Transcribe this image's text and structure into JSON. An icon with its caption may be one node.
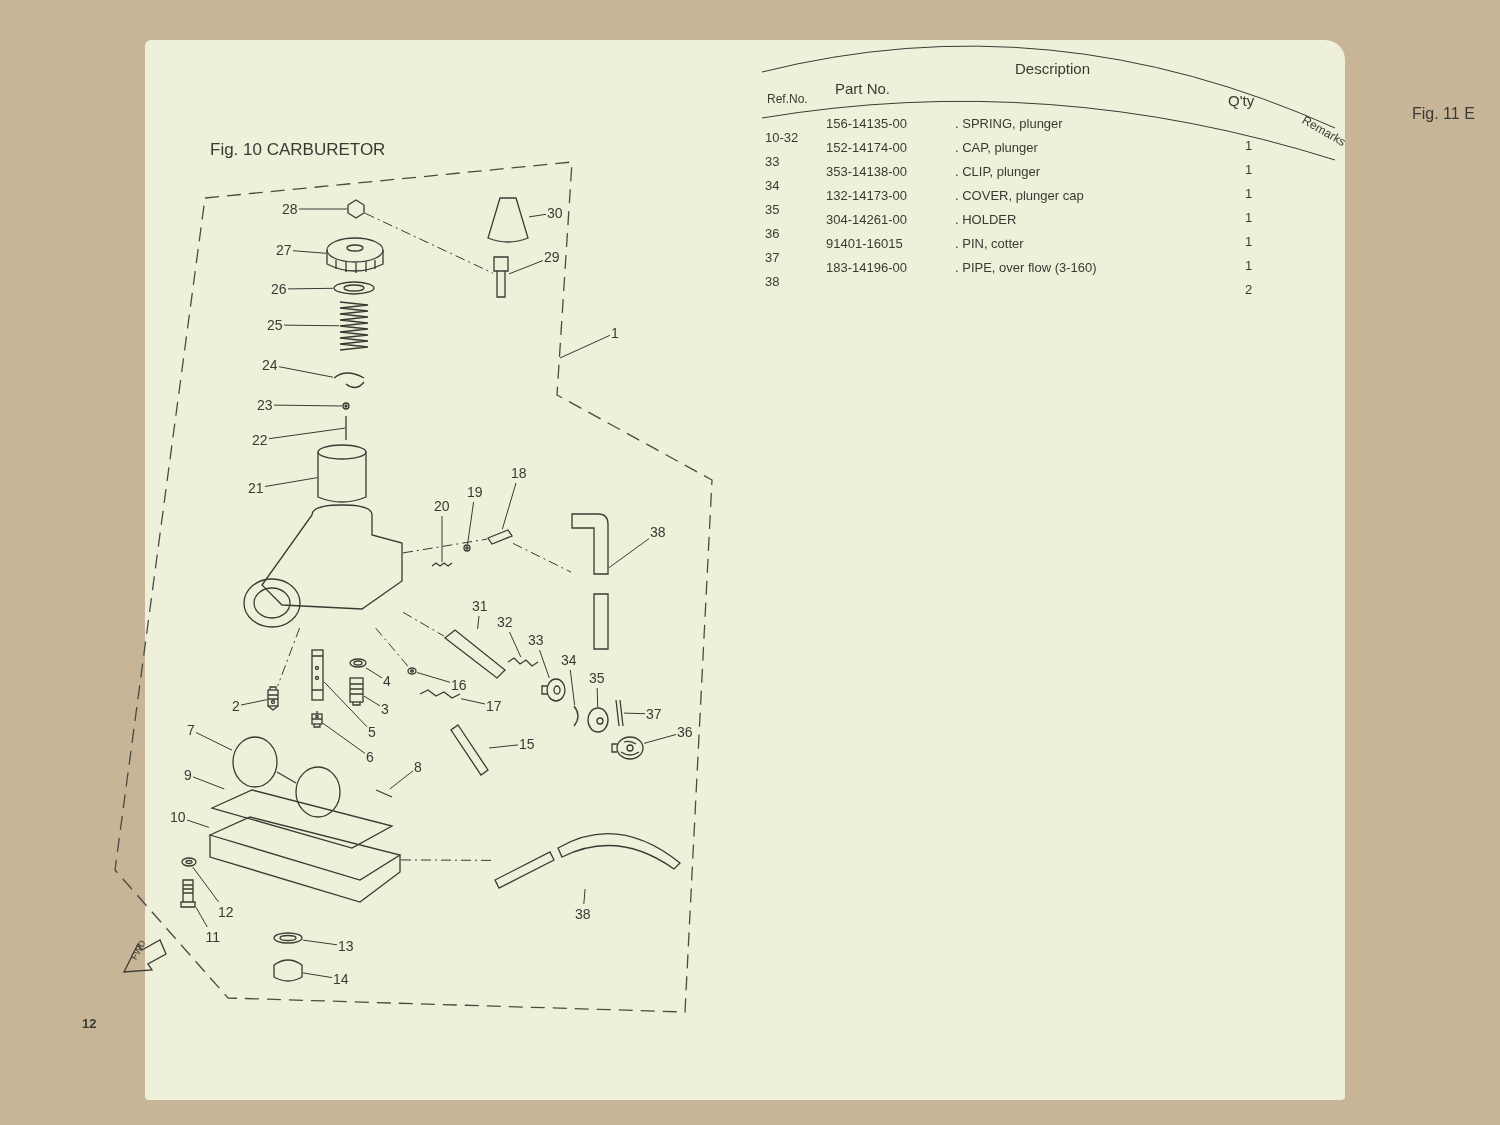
{
  "diagram": {
    "title": "Fig. 10 CARBURETOR",
    "nodes": [
      {
        "text": [
          "28"
        ]
      },
      {
        "text": [
          "27"
        ]
      },
      {
        "text": [
          "26"
        ]
      },
      {
        "text": [
          "25"
        ]
      },
      {
        "text": [
          "24"
        ]
      },
      {
        "text": [
          "23"
        ]
      },
      {
        "text": [
          "22"
        ]
      },
      {
        "text": [
          "21"
        ]
      },
      {
        "text": [
          "30"
        ]
      },
      {
        "text": [
          "29"
        ]
      },
      {
        "text": [
          "1"
        ]
      },
      {
        "text": [
          "20"
        ]
      },
      {
        "text": [
          "19"
        ]
      },
      {
        "text": [
          "18"
        ]
      },
      {
        "text": [
          "38"
        ]
      },
      {
        "text": [
          "31"
        ]
      },
      {
        "text": [
          "32"
        ]
      },
      {
        "text": [
          "33"
        ]
      },
      {
        "text": [
          "34"
        ]
      },
      {
        "text": [
          "35"
        ]
      },
      {
        "text": [
          "16"
        ]
      },
      {
        "text": [
          "17"
        ]
      },
      {
        "text": [
          "15"
        ]
      },
      {
        "text": [
          "37"
        ]
      },
      {
        "text": [
          "36"
        ]
      },
      {
        "text": [
          "2"
        ]
      },
      {
        "text": [
          "4"
        ]
      },
      {
        "text": [
          "3"
        ]
      },
      {
        "text": [
          "5"
        ]
      },
      {
        "text": [
          "6"
        ]
      },
      {
        "text": [
          "7"
        ]
      },
      {
        "text": [
          "9"
        ]
      },
      {
        "text": [
          "8"
        ]
      },
      {
        "text": [
          "10"
        ]
      },
      {
        "text": [
          "12"
        ]
      },
      {
        "text": [
          "11"
        ]
      },
      {
        "text": [
          "13"
        ]
      },
      {
        "text": [
          "14"
        ]
      },
      {
        "text": [
          "38"
        ]
      },
      {
        "text": [],
        "shape": "picture"
      },
      {
        "text": [],
        "shape": "picture"
      },
      {
        "text": [],
        "shape": "picture"
      },
      {
        "text": [],
        "shape": "picture"
      },
      {
        "text": [],
        "shape": "picture"
      },
      {
        "text": [],
        "shape": "picture"
      },
      {
        "text": [],
        "shape": "picture"
      },
      {
        "text": [],
        "shape": "picture"
      },
      {
        "text": [],
        "shape": "picture"
      },
      {
        "text": [],
        "shape": "picture"
      },
      {
        "text": [],
        "shape": "picture"
      },
      {
        "text": [],
        "shape": "picture"
      },
      {
        "text": [],
        "shape": "picture"
      },
      {
        "text": [],
        "shape": "picture"
      },
      {
        "text": [],
        "shape": "picture"
      },
      {
        "text": [],
        "shape": "picture"
      },
      {
        "text": [],
        "shape": "picture"
      },
      {
        "text": [],
        "shape": "picture"
      },
      {
        "text": [],
        "shape": "picture"
      },
      {
        "text": [],
        "shape": "picture"
      },
      {
        "text": [],
        "shape": "picture"
      },
      {
        "text": [],
        "shape": "picture"
      },
      {
        "text": [],
        "shape": "picture"
      },
      {
        "text": [],
        "shape": "picture"
      },
      {
        "text": [],
        "shape": "picture"
      },
      {
        "text": [],
        "shape": "picture"
      },
      {
        "text": [],
        "shape": "picture"
      },
      {
        "text": [],
        "shape": "picture"
      },
      {
        "text": [],
        "shape": "picture"
      },
      {
        "text": [],
        "shape": "picture"
      },
      {
        "text": [],
        "shape": "picture"
      },
      {
        "text": [],
        "shape": "picture"
      },
      {
        "text": [],
        "shape": "picture"
      },
      {
        "text": [],
        "shape": "picture"
      },
      {
        "text": [],
        "shape": "picture"
      },
      {
        "text": [],
        "shape": "picture"
      },
      {
        "text": [],
        "shape": "picture"
      },
      {
        "text": [],
        "shape": "picture"
      },
      {
        "text": [],
        "shape": "picture"
      }
    ],
    "edges": [
      {
        "from": 0,
        "to": 39,
        "arrow": "none"
      },
      {
        "from": 1,
        "to": 40,
        "arrow": "none"
      },
      {
        "from": 2,
        "to": 41,
        "arrow": "none"
      },
      {
        "from": 3,
        "to": 42,
        "arrow": "none"
      },
      {
        "from": 4,
        "to": 43,
        "arrow": "none"
      },
      {
        "from": 5,
        "to": 44,
        "arrow": "none"
      },
      {
        "from": 6,
        "to": 45,
        "arrow": "none"
      },
      {
        "from": 7,
        "to": 46,
        "arrow": "none"
      },
      {
        "from": 8,
        "to": 47,
        "arrow": "none"
      },
      {
        "from": 9,
        "to": 48,
        "arrow": "none"
      },
      {
        "from": 10,
        "to": null,
        "arrow": "none"
      },
      {
        "from": 11,
        "to": 49,
        "arrow": "none"
      },
      {
        "from": 12,
        "to": 50,
        "arrow": "none"
      },
      {
        "from": 13,
        "to": 51,
        "arrow": "none"
      },
      {
        "from": 14,
        "to": 52,
        "arrow": "none"
      },
      {
        "from": 15,
        "to": 53,
        "arrow": "none"
      },
      {
        "from": 16,
        "to": 54,
        "arrow": "none"
      },
      {
        "from": 17,
        "to": 55,
        "arrow": "none"
      },
      {
        "from": 18,
        "to": 56,
        "arrow": "none"
      },
      {
        "from": 19,
        "to": 57,
        "arrow": "none"
      },
      {
        "from": 20,
        "to": 58,
        "arrow": "none"
      },
      {
        "from": 21,
        "to": 59,
        "arrow": "none"
      },
      {
        "from": 22,
        "to": 60,
        "arrow": "none"
      },
      {
        "from": 23,
        "to": 61,
        "arrow": "none"
      },
      {
        "from": 24,
        "to": 62,
        "arrow": "none"
      },
      {
        "from": 25,
        "to": 63,
        "arrow": "none"
      },
      {
        "from": 26,
        "to": 64,
        "arrow": "none"
      },
      {
        "from": 27,
        "to": 65,
        "arrow": "none"
      },
      {
        "from": 28,
        "to": 66,
        "arrow": "none"
      },
      {
        "from": 29,
        "to": 67,
        "arrow": "none"
      },
      {
        "from": 30,
        "to": 68,
        "arrow": "none"
      },
      {
        "from": 31,
        "to": 69,
        "arrow": "none"
      },
      {
        "from": 32,
        "to": 70,
        "arrow": "none"
      },
      {
        "from": 33,
        "to": 71,
        "arrow": "none"
      },
      {
        "from": 34,
        "to": 72,
        "arrow": "none"
      },
      {
        "from": 35,
        "to": 73,
        "arrow": "none"
      },
      {
        "from": 36,
        "to": 74,
        "arrow": "none"
      },
      {
        "from": 37,
        "to": 75,
        "arrow": "none"
      },
      {
        "from": 38,
        "to": 76,
        "arrow": "none"
      },
      {
        "from": 39,
        "to": 48,
        "arrow": "none",
        "style": "dashed"
      },
      {
        "from": 77,
        "to": 51,
        "arrow": "none",
        "style": "dashed"
      },
      {
        "from": 51,
        "to": 52,
        "arrow": "none",
        "style": "dashed"
      },
      {
        "from": 77,
        "to": 53,
        "arrow": "none",
        "style": "dashed"
      },
      {
        "from": 77,
        "to": 58,
        "arrow": "none",
        "style": "dashed"
      },
      {
        "from": 71,
        "to": 76,
        "arrow": "none",
        "style": "dashed"
      },
      {
        "from": 77,
        "to": 63,
        "arrow": "none",
        "style": "dashed"
      }
    ],
    "labels": [
      "Ref.No.",
      "Part No.",
      "Description",
      "Q'ty",
      "Remarks",
      "10-32",
      "156-14135-00",
      ". SPRING, plunger",
      "1",
      "33",
      "152-14174-00",
      ". CAP, plunger",
      "1",
      "34",
      "353-14138-00",
      ". CLIP, plunger",
      "1",
      "35",
      "132-14173-00",
      ". COVER, plunger cap",
      "1",
      "36",
      "304-14261-00",
      ". HOLDER",
      "1",
      "37",
      "91401-16015",
      ". PIN, cotter",
      "1",
      "38",
      "183-14196-00",
      ". PIPE, over flow (3-160)",
      "2",
      "FWD",
      "12",
      "Fig. 11 E"
    ]
  }
}
